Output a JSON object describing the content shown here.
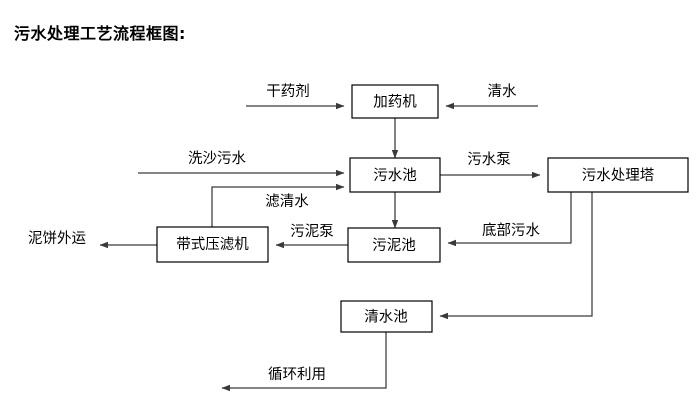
{
  "title": "污水处理工艺流程框图:",
  "diagram": {
    "type": "flowchart",
    "orientation": "top-down",
    "nodes": [
      {
        "id": "dosing-machine",
        "label": "加药机"
      },
      {
        "id": "sewage-pool",
        "label": "污水池"
      },
      {
        "id": "sewage-treatment-tower",
        "label": "污水处理塔"
      },
      {
        "id": "belt-filter-press",
        "label": "带式压滤机"
      },
      {
        "id": "sludge-pool",
        "label": "污泥池"
      },
      {
        "id": "clean-water-pool",
        "label": "清水池"
      }
    ],
    "terminals": [
      {
        "id": "dry-chemical",
        "label": "干药剂"
      },
      {
        "id": "clean-water-in",
        "label": "清水"
      },
      {
        "id": "sand-wash-sewage",
        "label": "洗沙污水"
      },
      {
        "id": "mud-cake-out",
        "label": "泥饼外运"
      }
    ],
    "edges": [
      {
        "id": "dry-chemical-to-dosing",
        "label": "干药剂",
        "from": "dry-chemical",
        "to": "dosing-machine"
      },
      {
        "id": "clean-water-to-dosing",
        "label": "清水",
        "from": "clean-water-in",
        "to": "dosing-machine"
      },
      {
        "id": "dosing-to-sewage-pool",
        "label": "",
        "from": "dosing-machine",
        "to": "sewage-pool"
      },
      {
        "id": "sand-wash-to-sewage-pool",
        "label": "洗沙污水",
        "from": "sand-wash-sewage",
        "to": "sewage-pool"
      },
      {
        "id": "filtrate-to-sewage-pool",
        "label": "滤清水",
        "from": "belt-filter-press",
        "to": "sewage-pool"
      },
      {
        "id": "sewage-pump-to-tower",
        "label": "污水泵",
        "from": "sewage-pool",
        "to": "sewage-treatment-tower"
      },
      {
        "id": "sewage-pool-to-sludge-pool",
        "label": "",
        "from": "sewage-pool",
        "to": "sludge-pool"
      },
      {
        "id": "bottom-sewage-to-sludge-pool",
        "label": "底部污水",
        "from": "sewage-treatment-tower",
        "to": "sludge-pool"
      },
      {
        "id": "sludge-pump-to-press",
        "label": "污泥泵",
        "from": "sludge-pool",
        "to": "belt-filter-press"
      },
      {
        "id": "press-to-mud-cake",
        "label": "泥饼外运",
        "from": "belt-filter-press",
        "to": "mud-cake-out"
      },
      {
        "id": "tower-to-clean-water-pool",
        "label": "",
        "from": "sewage-treatment-tower",
        "to": "clean-water-pool"
      },
      {
        "id": "clean-water-pool-to-recycle",
        "label": "循环利用",
        "from": "clean-water-pool",
        "to": "recycle-out"
      }
    ],
    "labels": {
      "dry_chemical": "干药剂",
      "clean_water": "清水",
      "sand_wash_sewage": "洗沙污水",
      "filtered_clean_water": "滤清水",
      "sewage_pump": "污水泵",
      "bottom_sewage": "底部污水",
      "sludge_pump": "污泥泵",
      "mud_cake_out": "泥饼外运",
      "recycle_use": "循环利用"
    },
    "colors": {
      "background": "#ffffff",
      "box_stroke": "#000000",
      "line_stroke": "#3a3a3a",
      "text": "#000000"
    }
  }
}
